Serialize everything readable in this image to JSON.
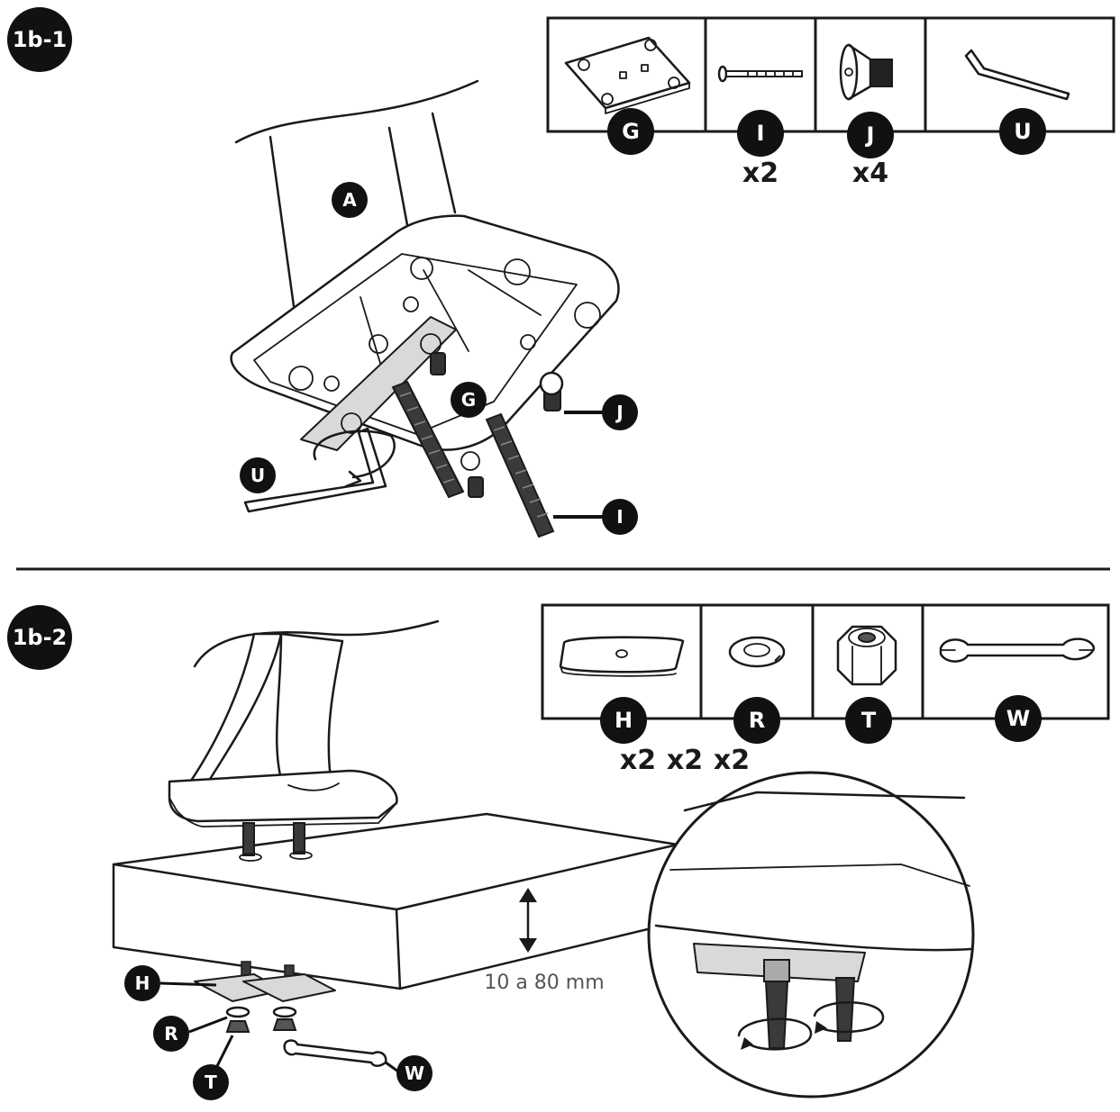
{
  "steps": {
    "step1": {
      "label": "1b-1",
      "parts": [
        {
          "letter": "G",
          "qty": ""
        },
        {
          "letter": "I",
          "qty": "x2"
        },
        {
          "letter": "J",
          "qty": "x4"
        },
        {
          "letter": "U",
          "qty": ""
        }
      ],
      "callouts": {
        "a": "A",
        "g": "G",
        "j": "J",
        "u": "U",
        "i": "I"
      }
    },
    "step2": {
      "label": "1b-2",
      "parts": [
        {
          "letter": "H",
          "qty": "x2"
        },
        {
          "letter": "R",
          "qty": "x2"
        },
        {
          "letter": "T",
          "qty": "x2"
        },
        {
          "letter": "W",
          "qty": ""
        }
      ],
      "callouts": {
        "h": "H",
        "r": "R",
        "t": "T",
        "w": "W"
      },
      "thickness_label": "10 a 80 mm"
    }
  },
  "colors": {
    "ink": "#1a1a1a",
    "badge": "#111111",
    "paper": "#ffffff",
    "metal": "#d9d9d9"
  }
}
